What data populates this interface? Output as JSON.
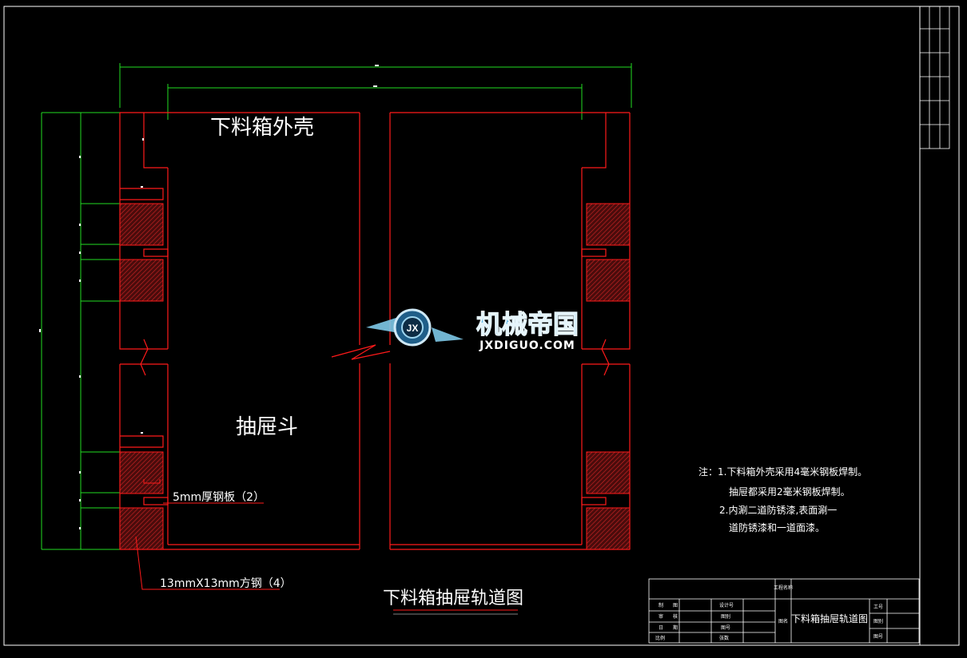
{
  "labels": {
    "outer_shell": "下料箱外壳",
    "drawer": "抽屉斗",
    "plate": "5mm厚钢板（2）",
    "square_steel": "13mmX13mm方钢（4）",
    "drawing_title": "下料箱抽屉轨道图"
  },
  "notes": {
    "line1": "注：1.下料箱外壳采用4毫米钢板焊制。",
    "line2": "抽屉都采用2毫米钢板焊制。",
    "line3": "2.内涮二道防锈漆,表面涮一",
    "line4": "道防锈漆和一道面漆。"
  },
  "watermark": {
    "logo_text": "机械帝国",
    "site": "JXDIGUO.COM",
    "badge": "JX"
  },
  "title_block": {
    "project_label": "工程名称",
    "drawing_label": "图名",
    "drawing_name": "下料箱抽屉轨道图",
    "r1": [
      "制",
      "图"
    ],
    "r2": [
      "审",
      "核"
    ],
    "r3": [
      "日",
      "期"
    ],
    "r4": "比例",
    "r1b": "设计号",
    "r2b": "图别",
    "r3b": "图号",
    "r4b": "张数",
    "side": [
      "工号",
      "图别",
      "图号"
    ]
  },
  "colors": {
    "red": "#ff1a1a",
    "green": "#22dd22",
    "white": "#ffffff",
    "hatch": "#8b1a1a"
  }
}
